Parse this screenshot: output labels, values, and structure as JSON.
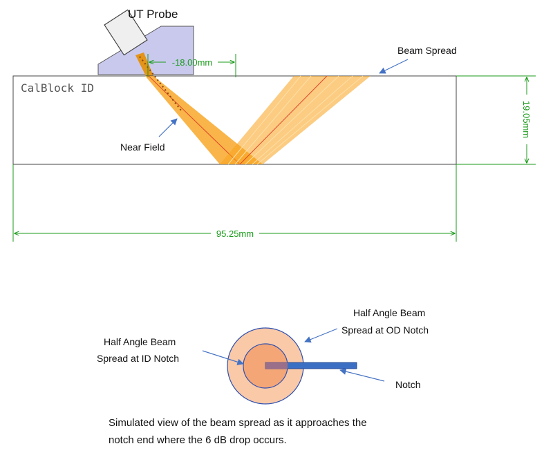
{
  "probe": {
    "label": "UT Probe"
  },
  "block": {
    "label": "CalBlock ID"
  },
  "dimensions": {
    "offset": "-18.00mm",
    "thickness": "19.05mm",
    "width": "95.25mm"
  },
  "annotations": {
    "beam_spread": "Beam Spread",
    "near_field": "Near Field",
    "id_notch_line1": "Half Angle Beam",
    "id_notch_line2": "Spread at ID Notch",
    "od_notch_line1": "Half Angle Beam",
    "od_notch_line2": "Spread at OD Notch",
    "notch": "Notch"
  },
  "caption": {
    "line1": "Simulated view of the beam spread as it approaches the",
    "line2": "notch end where the 6 dB drop occurs."
  },
  "colors": {
    "dimension": "#1a9a1a",
    "beam": "#f7a21b",
    "wedge": "#c9c9ee",
    "arrow": "#4472c4",
    "notch": "#3b6fc4",
    "outer_circle": "#f9c9a8",
    "inner_circle": "#f4a677"
  }
}
